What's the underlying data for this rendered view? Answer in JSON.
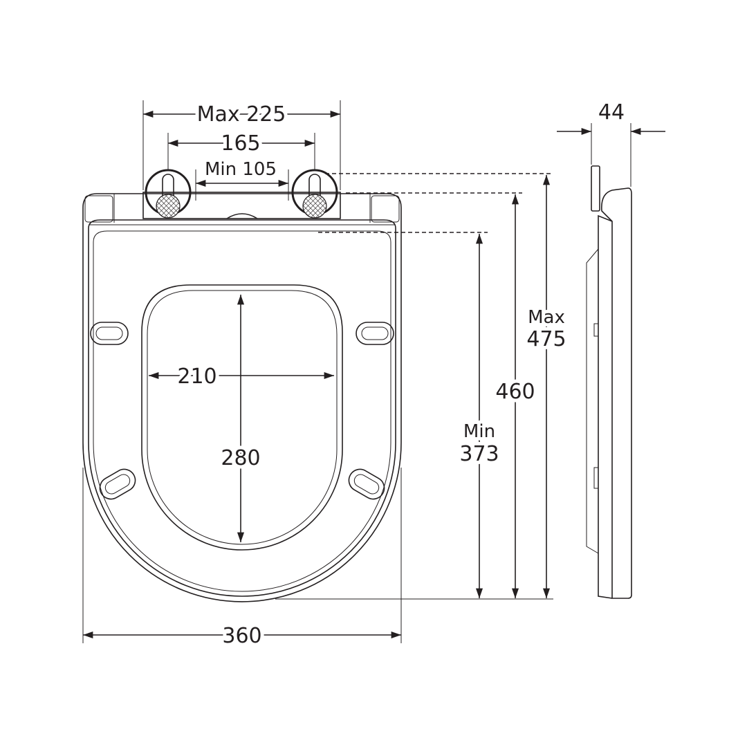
{
  "dimensions": {
    "hinge_max": "Max 225",
    "hinge_centers": "165",
    "hinge_min": "Min 105",
    "side_thickness": "44",
    "length_max_prefix": "Max",
    "length_max_value": "475",
    "length_nominal": "460",
    "length_min_prefix": "Min",
    "length_min_value": "373",
    "opening_width": "210",
    "opening_length": "280",
    "overall_width": "360"
  }
}
